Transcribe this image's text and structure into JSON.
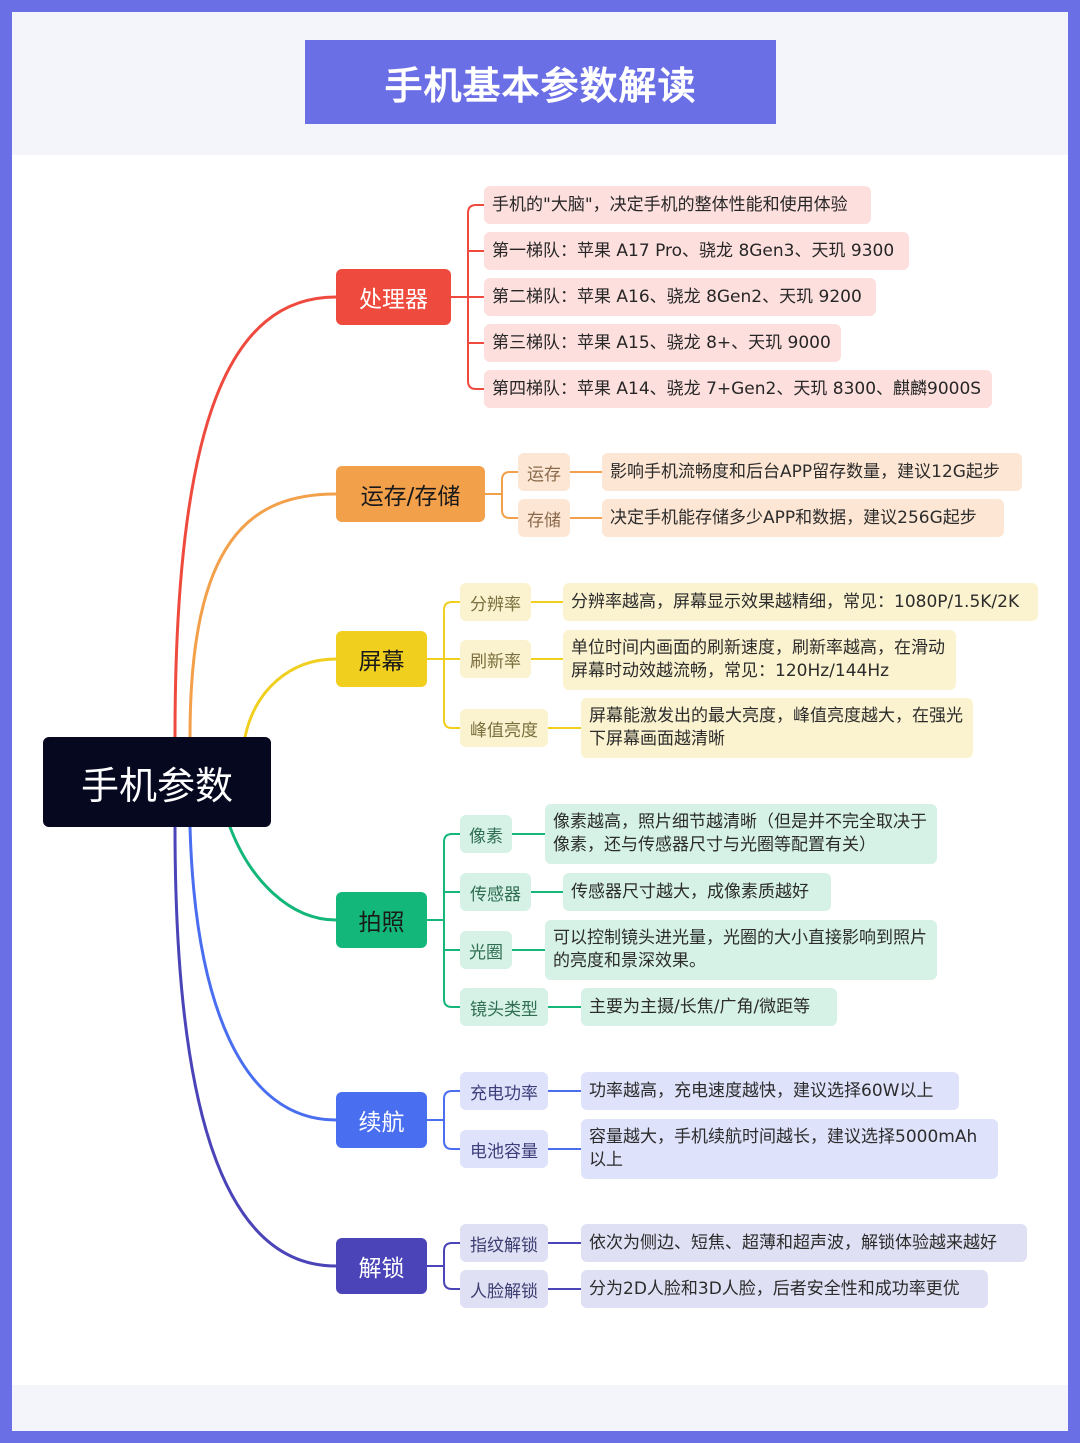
{
  "title": "手机基本参数解读",
  "root": "手机参数",
  "colors": {
    "processor": "#ef4a3e",
    "memory": "#f3a04a",
    "screen": "#f0cf1f",
    "camera": "#13b77a",
    "battery": "#4a6ef0",
    "unlock": "#4a44b8"
  },
  "processor": {
    "label": "处理器",
    "items": [
      "手机的\"大脑\"，决定手机的整体性能和使用体验",
      "第一梯队：苹果 A17 Pro、骁龙 8Gen3、天玑 9300",
      "第二梯队：苹果 A16、骁龙 8Gen2、天玑 9200",
      "第三梯队：苹果 A15、骁龙 8+、天玑 9000",
      "第四梯队：苹果 A14、骁龙 7+Gen2、天玑 8300、麒麟9000S"
    ]
  },
  "memory": {
    "label": "运存/存储",
    "items": [
      {
        "label": "运存",
        "desc": "影响手机流畅度和后台APP留存数量，建议12G起步"
      },
      {
        "label": "存储",
        "desc": "决定手机能存储多少APP和数据，建议256G起步"
      }
    ]
  },
  "screen": {
    "label": "屏幕",
    "items": [
      {
        "label": "分辨率",
        "desc": "分辨率越高，屏幕显示效果越精细，常见：1080P/1.5K/2K"
      },
      {
        "label": "刷新率",
        "desc": "单位时间内画面的刷新速度，刷新率越高，在滑动屏幕时动效越流畅，常见：120Hz/144Hz"
      },
      {
        "label": "峰值亮度",
        "desc": "屏幕能激发出的最大亮度，峰值亮度越大，在强光下屏幕画面越清晰"
      }
    ]
  },
  "camera": {
    "label": "拍照",
    "items": [
      {
        "label": "像素",
        "desc": "像素越高，照片细节越清晰（但是并不完全取决于像素，还与传感器尺寸与光圈等配置有关）"
      },
      {
        "label": "传感器",
        "desc": "传感器尺寸越大，成像素质越好"
      },
      {
        "label": "光圈",
        "desc": "可以控制镜头进光量，光圈的大小直接影响到照片的亮度和景深效果。"
      },
      {
        "label": "镜头类型",
        "desc": "主要为主摄/长焦/广角/微距等"
      }
    ]
  },
  "battery": {
    "label": "续航",
    "items": [
      {
        "label": "充电功率",
        "desc": "功率越高，充电速度越快，建议选择60W以上"
      },
      {
        "label": "电池容量",
        "desc": "容量越大，手机续航时间越长，建议选择5000mAh以上"
      }
    ]
  },
  "unlock": {
    "label": "解锁",
    "items": [
      {
        "label": "指纹解锁",
        "desc": "依次为侧边、短焦、超薄和超声波，解锁体验越来越好"
      },
      {
        "label": "人脸解锁",
        "desc": "分为2D人脸和3D人脸，后者安全性和成功率更优"
      }
    ]
  }
}
